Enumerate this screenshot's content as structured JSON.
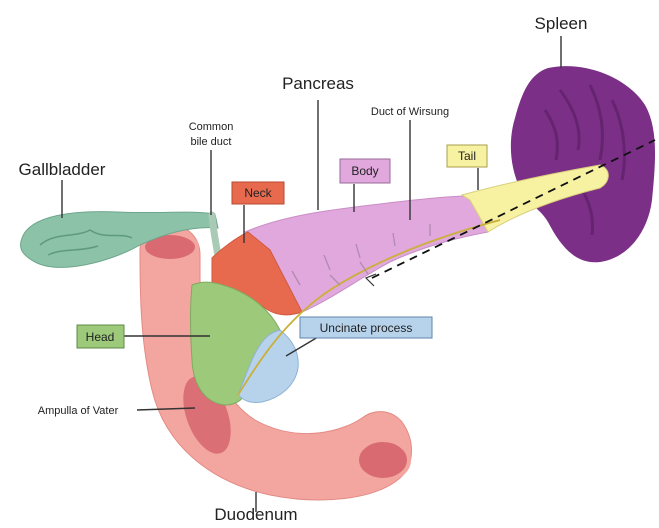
{
  "labels": {
    "spleen": "Spleen",
    "pancreas": "Pancreas",
    "duct_of_wirsung": "Duct of Wirsung",
    "common_bile_duct_line1": "Common",
    "common_bile_duct_line2": "bile duct",
    "gallbladder": "Gallbladder",
    "neck": "Neck",
    "body": "Body",
    "tail": "Tail",
    "head": "Head",
    "uncinate_process": "Uncinate process",
    "ampulla_of_vater": "Ampulla of Vater",
    "duodenum": "Duodenum"
  },
  "colors": {
    "spleen": "#7b2f86",
    "pancreas_body": "#e0a8dc",
    "tail": "#f7f1a2",
    "neck": "#e86a4e",
    "head": "#9cc97a",
    "uncinate": "#b7d3ec",
    "duodenum": "#f3a6a0",
    "duodenum_inner": "#d96a72",
    "gallbladder": "#8cc2a8",
    "bile_duct": "#a9cbb6"
  }
}
